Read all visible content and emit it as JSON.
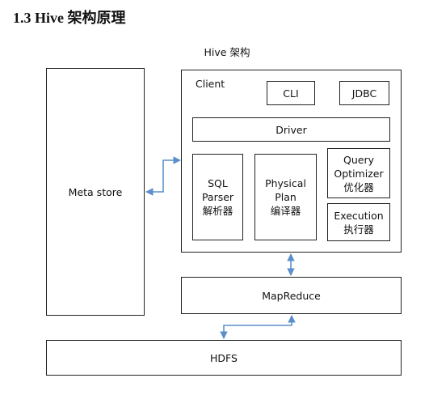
{
  "heading": "1.3 Hive 架构原理",
  "diagram_title": "Hive 架构",
  "meta_store": "Meta store",
  "client": {
    "label": "Client",
    "cli": "CLI",
    "jdbc": "JDBC",
    "driver": "Driver",
    "sql_parser": [
      "SQL",
      "Parser",
      "解析器"
    ],
    "physical_plan": [
      "Physical",
      "Plan",
      "编译器"
    ],
    "query_optimizer": [
      "Query",
      "Optimizer",
      "优化器"
    ],
    "execution": [
      "Execution",
      "执行器"
    ]
  },
  "mapreduce": "MapReduce",
  "hdfs": "HDFS",
  "colors": {
    "arrow": "#5b8fc9",
    "border": "#222222"
  }
}
